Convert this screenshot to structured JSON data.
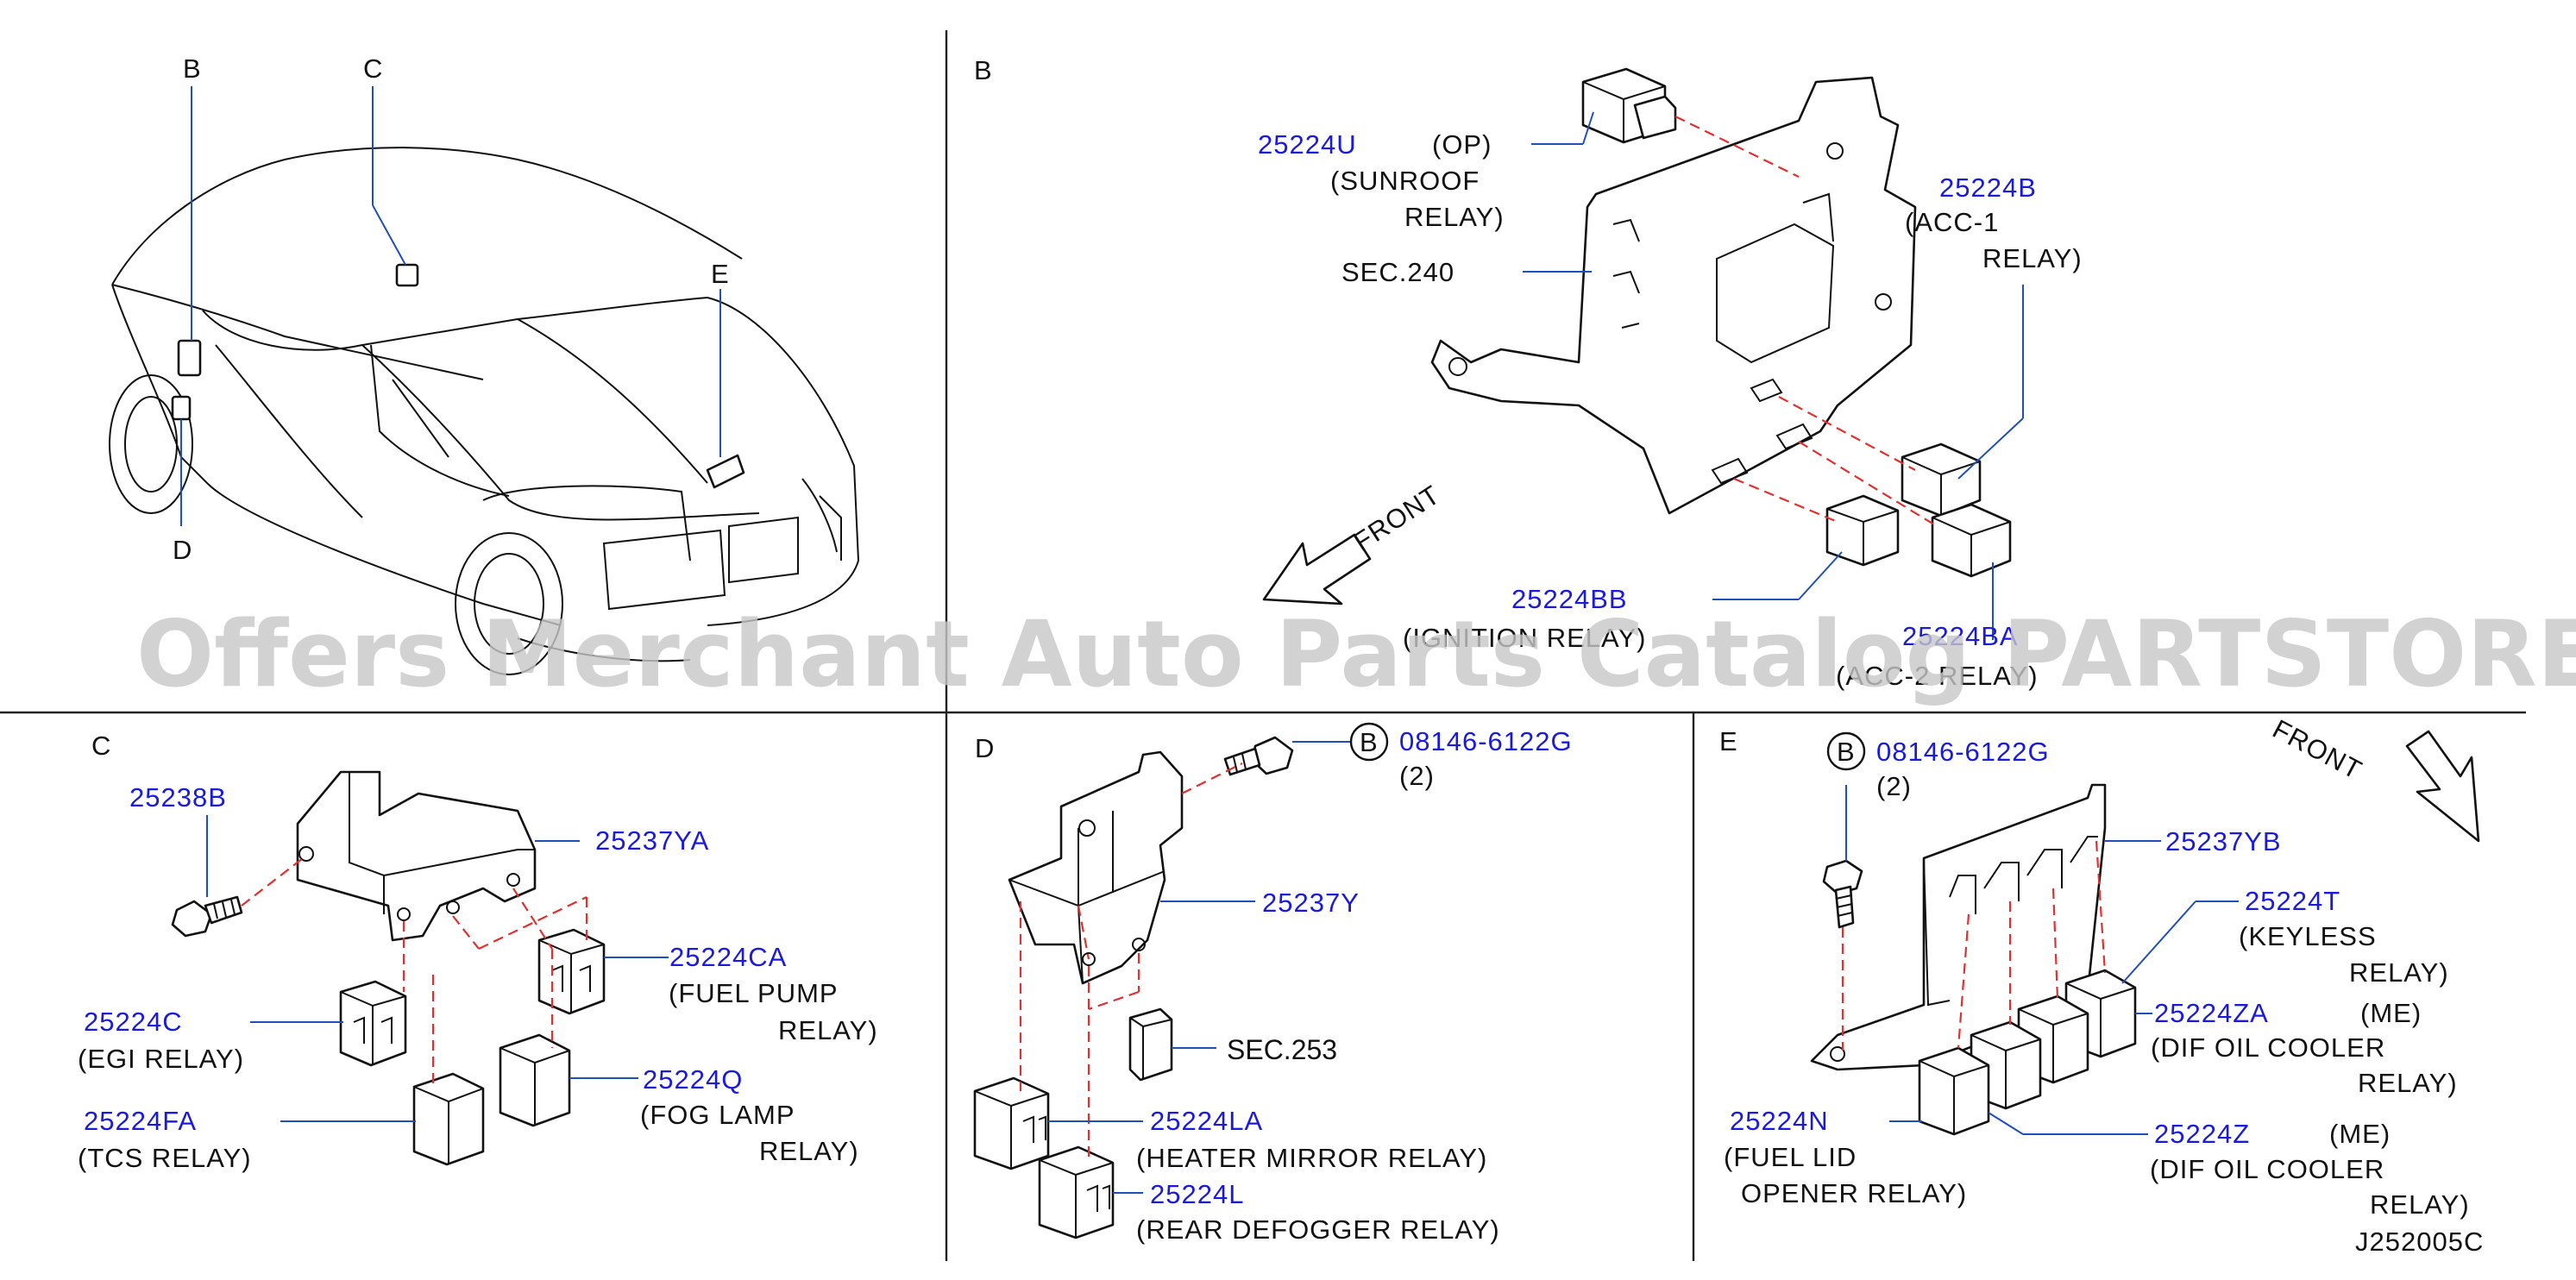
{
  "panels": {
    "a": {
      "B": "B",
      "C": "C",
      "D": "D",
      "E": "E"
    },
    "b": {
      "title": "B",
      "p25224U": "25224U",
      "op": "(OP)",
      "sunroof": "(SUNROOF",
      "relay1": "RELAY)",
      "sec240": "SEC.240",
      "p25224B": "25224B",
      "acc1": "(ACC-1",
      "relay2": "RELAY)",
      "front": "FRONT",
      "p25224BB": "25224BB",
      "ignition": "(IGNITION  RELAY)",
      "p25224BA": "25224BA",
      "acc2": "(ACC-2  RELAY)"
    },
    "c": {
      "title": "C",
      "p25238B": "25238B",
      "p25237YA": "25237YA",
      "p25224CA": "25224CA",
      "fuel_pump": "(FUEL   PUMP",
      "relay_fp": "RELAY)",
      "p25224C": "25224C",
      "egi": "(EGI  RELAY)",
      "p25224Q": "25224Q",
      "fog": "(FOG   LAMP",
      "relay_fog": "RELAY)",
      "p25224FA": "25224FA",
      "tcs": "(TCS  RELAY)"
    },
    "d": {
      "title": "D",
      "b": "B",
      "bolt": "08146-6122G",
      "qty": "(2)",
      "p25237Y": "25237Y",
      "sec253": "SEC.253",
      "p25224LA": "25224LA",
      "heater": "(HEATER   MIRROR   RELAY)",
      "p25224L": "25224L",
      "rear": "(REAR   DEFOGGER   RELAY)"
    },
    "e": {
      "title": "E",
      "front": "FRONT",
      "b": "B",
      "bolt": "08146-6122G",
      "qty": "(2)",
      "p25237YB": "25237YB",
      "p25224T": "25224T",
      "keyless": "(KEYLESS",
      "relay_k": "RELAY)",
      "p25224ZA": "25224ZA",
      "me1": "(ME)",
      "dif1": "(DIF   OIL   COOLER",
      "relay_d1": "RELAY)",
      "p25224N": "25224N",
      "fuel_lid": "(FUEL   LID",
      "opener": "OPENER   RELAY)",
      "p25224Z": "25224Z",
      "me2": "(ME)",
      "dif2": "(DIF   OIL   COOLER",
      "relay_d2": "RELAY)",
      "code": "J252005C"
    }
  },
  "watermark": "Offers Merchant Auto Parts Catalog PARTSTORE.SA"
}
